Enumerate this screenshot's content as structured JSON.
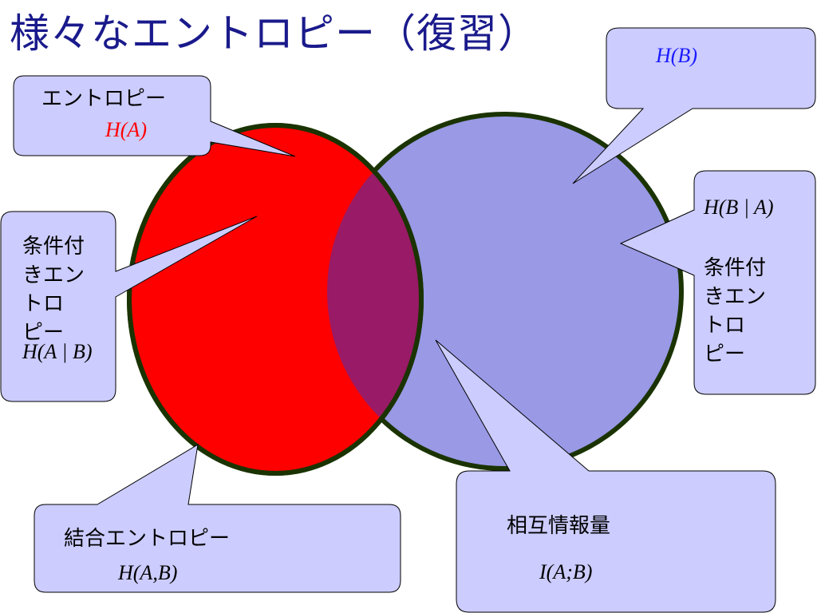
{
  "title": "様々なエントロピー（復習）",
  "callouts": {
    "entropy_a": {
      "label": "エントロピー",
      "formula": "H(A)"
    },
    "entropy_b": {
      "formula": "H(B)"
    },
    "cond_a_given_b": {
      "label_lines": [
        "条件付",
        "きエン",
        "トロ",
        "ピー"
      ],
      "formula": "H(A | B)"
    },
    "cond_b_given_a": {
      "label_lines": [
        "条件付",
        "きエン",
        "トロ",
        "ピー"
      ],
      "formula": "H(B | A)"
    },
    "joint": {
      "label": "結合エントロピー",
      "formula": "H(A,B)"
    },
    "mutual": {
      "label": "相互情報量",
      "formula": "I(A;B)"
    }
  },
  "colors": {
    "circle_a": "#ff0000",
    "circle_b": "#9999e6",
    "intersection": "#991a66",
    "outline": "#1a3300",
    "callout_fill": "#ccccff",
    "title": "#1a1a8c"
  }
}
